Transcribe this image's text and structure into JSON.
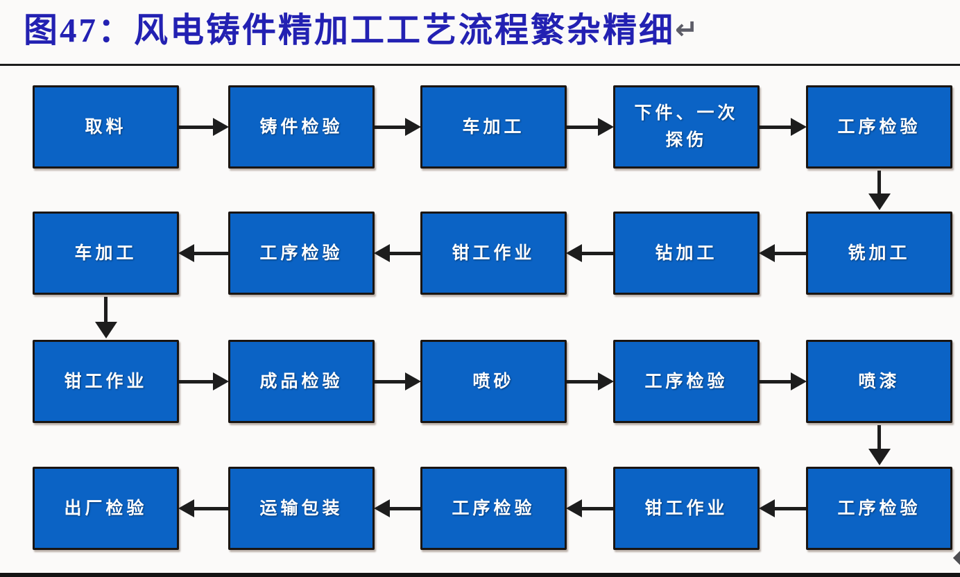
{
  "title": {
    "text": "图47：风电铸件精加工工艺流程繁杂精细",
    "paragraph_mark": "↵"
  },
  "colors": {
    "box_fill": "#0b63c5",
    "box_border": "#1a1512",
    "box_text": "#ffffff",
    "title_text": "#2321b2",
    "arrow": "#1d1d1d",
    "background": "#fbfaf9"
  },
  "rows": [
    {
      "direction": "right",
      "boxes": [
        "取料",
        "铸件检验",
        "车加工",
        "下件、一次\n探伤",
        "工序检验"
      ]
    },
    {
      "direction": "left",
      "boxes": [
        "车加工",
        "工序检验",
        "钳工作业",
        "钻加工",
        "铣加工"
      ]
    },
    {
      "direction": "right",
      "boxes": [
        "钳工作业",
        "成品检验",
        "喷砂",
        "工序检验",
        "喷漆"
      ]
    },
    {
      "direction": "left",
      "boxes": [
        "出厂检验",
        "运输包装",
        "工序检验",
        "钳工作业",
        "工序检验"
      ]
    }
  ],
  "flow_order": [
    "取料",
    "铸件检验",
    "车加工",
    "下件、一次探伤",
    "工序检验",
    "铣加工",
    "钻加工",
    "钳工作业",
    "工序检验",
    "车加工",
    "钳工作业",
    "成品检验",
    "喷砂",
    "工序检验",
    "喷漆",
    "工序检验",
    "钳工作业",
    "工序检验",
    "运输包装",
    "出厂检验"
  ]
}
